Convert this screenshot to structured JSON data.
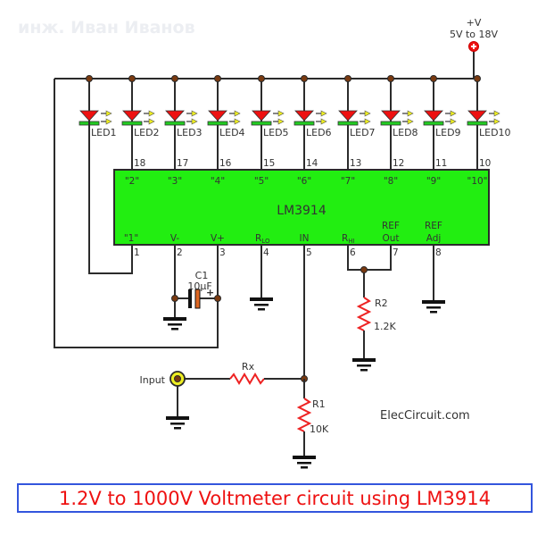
{
  "watermark": "инж. Иван Иванов",
  "supply": {
    "label": "+V",
    "range": "5V to 18V"
  },
  "leds": [
    "LED1",
    "LED2",
    "LED3",
    "LED4",
    "LED5",
    "LED6",
    "LED7",
    "LED8",
    "LED9",
    "LED10"
  ],
  "chip": {
    "name": "LM3914",
    "top_pins": [
      {
        "num": "18",
        "label": "\"2\""
      },
      {
        "num": "17",
        "label": "\"3\""
      },
      {
        "num": "16",
        "label": "\"4\""
      },
      {
        "num": "15",
        "label": "\"5\""
      },
      {
        "num": "14",
        "label": "\"6\""
      },
      {
        "num": "13",
        "label": "\"7\""
      },
      {
        "num": "12",
        "label": "\"8\""
      },
      {
        "num": "11",
        "label": "\"9\""
      },
      {
        "num": "10",
        "label": "\"10\""
      }
    ],
    "bottom_pins": [
      {
        "num": "1",
        "label": "\"1\"",
        "sub": ""
      },
      {
        "num": "2",
        "label": "V-",
        "sub": ""
      },
      {
        "num": "3",
        "label": "V+",
        "sub": ""
      },
      {
        "num": "4",
        "label": "R",
        "sub": "LO"
      },
      {
        "num": "5",
        "label": "IN",
        "sub": ""
      },
      {
        "num": "6",
        "label": "R",
        "sub": "HI"
      },
      {
        "num": "7",
        "label": "Out",
        "line1": "REF"
      },
      {
        "num": "8",
        "label": "Adj",
        "line1": "REF"
      }
    ]
  },
  "components": {
    "c1": {
      "name": "C1",
      "value": "10μF",
      "polarity": "+"
    },
    "r2": {
      "name": "R2",
      "value": "1.2K"
    },
    "rx": {
      "name": "Rx"
    },
    "r1": {
      "name": "R1",
      "value": "10K"
    },
    "input": {
      "label": "Input"
    }
  },
  "site": "ElecCircuit.com",
  "caption": "1.2V to 1000V Voltmeter circuit using LM3914",
  "colors": {
    "chip": "#22ee11",
    "led_red": "#ee1111",
    "led_bar": "#22cc22",
    "arrow": "#eeee22",
    "resistor": "#ee2222",
    "capacitor": "#dd6622",
    "junction": "#7a3a10",
    "caption_text": "#ee1111",
    "caption_border": "#3355dd"
  }
}
